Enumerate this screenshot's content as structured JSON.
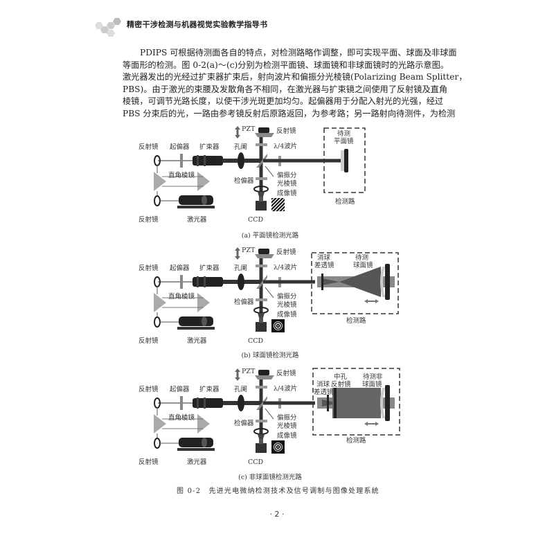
{
  "header": {
    "title": "精密干涉检测与机器视觉实验教学指导书"
  },
  "paragraph": {
    "lines": [
      "PDIPS 可根据待测面各自的特点，对检测路略作调整，即可实现平面、球面及非球面",
      "等面形的检测。图 0-2(a)～(c)分别为检测平面镜、球面镜和非球面镜时的光路示意图。",
      "激光器发出的光经过扩束器扩束后，射向波片和偏振分光棱镜(Polarizing Beam Splitter，",
      "PBS)。由于激光的束腰及发散角各不相同，在激光器与扩束镜之间使用了反射镜及直角",
      "棱镜，可调节光路长度，以使干涉光斑更加均匀。起偏器用于分配入射光的光强，经过",
      "PBS 分束后的光，一路由参考镜反射后原路返回，为参考路；另一路射向待测件，为检测"
    ]
  },
  "figure": {
    "common": {
      "pzt": "PZT",
      "ref_mirror": "反射镜",
      "mirror_top": "反射镜",
      "mirror_bottom": "反射镜",
      "polarizer": "起偏器",
      "expander": "扩束器",
      "iris": "孔阑",
      "quarter_wave": "λ/4波片",
      "prism": "直角棱镜",
      "analyzer": "检偏器",
      "pbs_line1": "偏振分",
      "pbs_line2": "光棱镜",
      "imaging_lens": "成像镜",
      "ccd": "CCD",
      "laser": "激光器",
      "detection_path": "检测路"
    },
    "panels": [
      {
        "caption": "(a) 平面镜检测光路",
        "test_line1": "待测",
        "test_line2": "平面镜",
        "fringe": "stripes"
      },
      {
        "caption": "(b) 球面镜检测光路",
        "null_line1": "消球",
        "null_line2": "差透镜",
        "test_line1": "待测",
        "test_line2": "球面镜",
        "fringe": "rings"
      },
      {
        "caption": "(c) 非球面镜检测光路",
        "null_line1": "消球",
        "null_line2": "差透镜",
        "hole_line1": "中孔",
        "hole_line2": "反射镜",
        "test_line1": "待测非",
        "test_line2": "球面镜",
        "fringe": "rings"
      }
    ],
    "caption": "图 0-2　先进光电微纳检测技术及信号调制与图像处理系统"
  },
  "page_number": "· 2 ·"
}
